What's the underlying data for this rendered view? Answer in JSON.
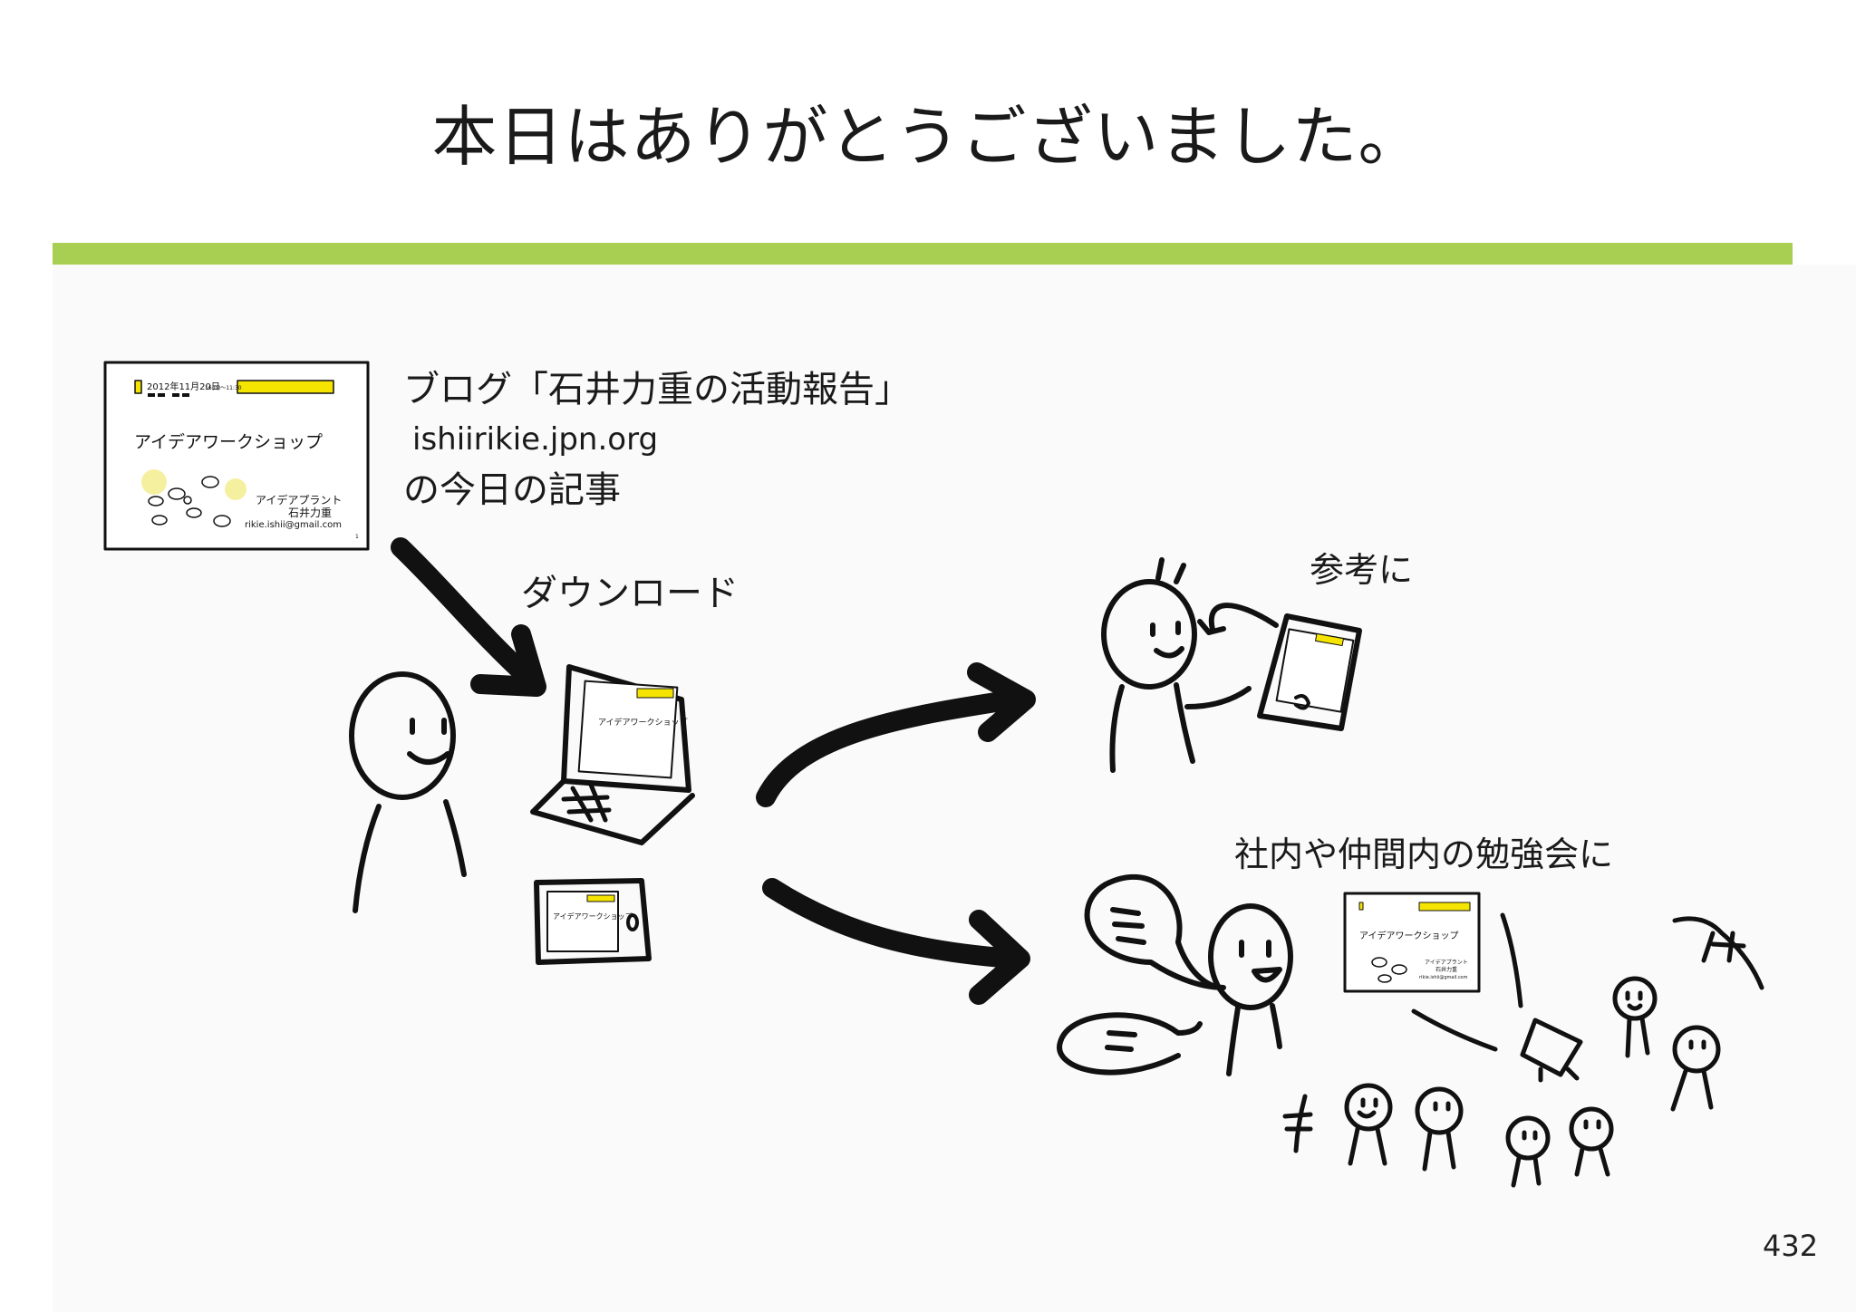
{
  "title": "本日はありがとうございました。",
  "colors": {
    "accent_bar": "#a8cf52",
    "slide_yellow": "#f5e400",
    "ink": "#111111"
  },
  "thumbnail": {
    "date": "2012年11月20日",
    "time": "16:00〜11:30",
    "workshop_title": "アイデアワークショップ",
    "author_role": "アイデアプラント",
    "author_name": "石井力重",
    "email": "rikie.ishii@gmail.com",
    "slide_number": "1"
  },
  "blog": {
    "title": "ブログ「石井力重の活動報告」",
    "url": "ishiirikie.jpn.org",
    "caption": "の今日の記事"
  },
  "labels": {
    "download": "ダウンロード",
    "reference": "参考に",
    "study_group": "社内や仲間内の勉強会に"
  },
  "page_number": "432"
}
